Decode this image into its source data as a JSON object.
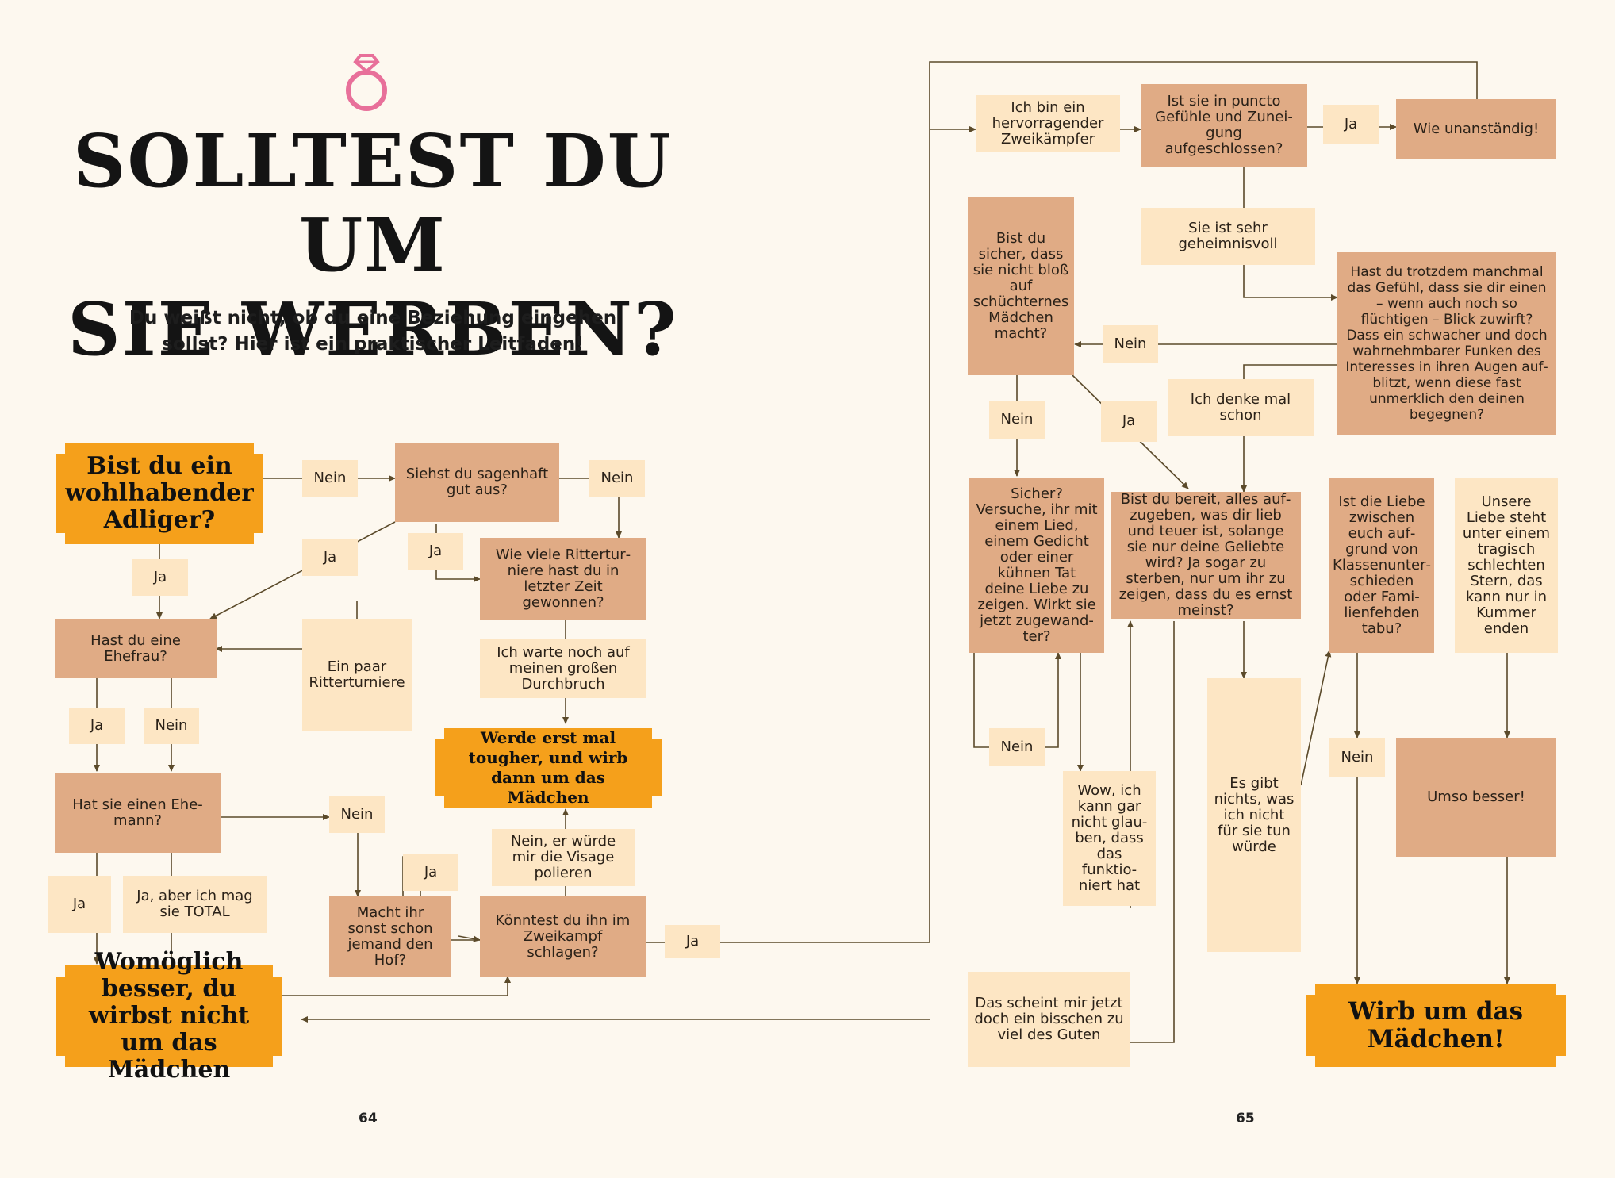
{
  "title_line1": "SOLLTEST DU UM",
  "title_line2": "SIE WERBEN?",
  "subtitle_line1": "Du weißt nicht, ob du eine Beziehung eingehen",
  "subtitle_line2": "sollst? Hier ist ein praktischer Leitfaden!",
  "ring_icon": "ring-icon",
  "colors": {
    "question": "#e0ab85",
    "answer": "#fde6c4",
    "outcome": "#f5a01b",
    "line": "#5b4a2a",
    "ring": "#e8709a"
  },
  "nodes": {
    "adliger": "Bist du ein wohlhabender Adliger?",
    "nein1": "Nein",
    "sagenhaft": "Siehst du sagenhaft gut aus?",
    "nein2": "Nein",
    "ja_left": "Ja",
    "ja2": "Ja",
    "ja3": "Ja",
    "ritterturniere": "Wie viele Rittertur­niere hast du in letzter Zeit gewonnen?",
    "ehefrau": "Hast du eine Ehefrau?",
    "paar_ritter": "Ein paar Ritter­turniere",
    "warte": "Ich warte noch auf meinen großen Durch­bruch",
    "ja_ehefrau": "Ja",
    "nein_ehefrau": "Nein",
    "tougher": "Werde erst mal tougher, und wirb dann um das Mädchen",
    "ehemann": "Hat sie einen Ehe­mann?",
    "nein_ehemann": "Nein",
    "ja_hof": "Ja",
    "nein_visage": "Nein, er würde mir die Visage polieren",
    "ja_ehemann": "Ja",
    "ja_aber": "Ja, aber ich mag sie TOTAL",
    "macht_hof": "Macht ihr sonst schon jemand den Hof?",
    "zweikampf": "Könntest du ihn im Zweikampf schlagen?",
    "ja_zweikampf": "Ja",
    "womoeglich": "Womöglich besser, du wirbst nicht um das Mädchen",
    "zweikaempfer": "Ich bin ein hervorra­gender Zweikämpfer",
    "gefuehle": "Ist sie in puncto Gefühle und Zunei­gung aufgeschlossen?",
    "ja_gefuehle": "Ja",
    "unanstaendig": "Wie unanständig!",
    "geheimnisvoll": "Sie ist sehr geheimnisvoll",
    "sicher": "Bist du sicher, dass sie nicht bloß auf schüchternes Mädchen macht?",
    "trotzdem": "Hast du trotzdem manch­mal das Gefühl, dass sie dir einen – wenn auch noch so flüchtigen – Blick zuwirft? Dass ein schwacher und doch wahrnehmbarer Funken des Interesses in ihren Augen auf­blitzt, wenn diese fast unmerk­lich den deinen begegnen?",
    "nein_trotzdem": "Nein",
    "denke": "Ich denke mal schon",
    "nein_sicher": "Nein",
    "ja_sicher": "Ja",
    "lied": "Sicher? Versuche, ihr mit einem Lied, einem Gedicht oder einer kühnen Tat deine Liebe zu zeigen. Wirkt sie jetzt zugewand­ter?",
    "bereit": "Bist du bereit, alles auf­zugeben, was dir lieb und teuer ist, solange sie nur deine Geliebte wird? Ja sogar zu sterben, nur um ihr zu zeigen, dass du es ernst meinst?",
    "klassen": "Ist die Liebe zwischen euch auf­grund von Klassenunter­schieden oder Fami­lienfehden tabu?",
    "stern": "Unsere Liebe steht unter einem tragisch schlechten Stern, das kann nur in Kummer enden",
    "nein_lied": "Nein",
    "wow": "Wow, ich kann gar nicht glau­ben, dass das funktio­niert hat",
    "es_gibt": "Es gibt nichts, was ich nicht für sie tun würde",
    "nein_klassen": "Nein",
    "umso": "Umso besser!",
    "scheint": "Das scheint mir jetzt doch ein bisschen zu viel des Guten",
    "wirb": "Wirb um das Mädchen!"
  },
  "page_left": "64",
  "page_right": "65"
}
